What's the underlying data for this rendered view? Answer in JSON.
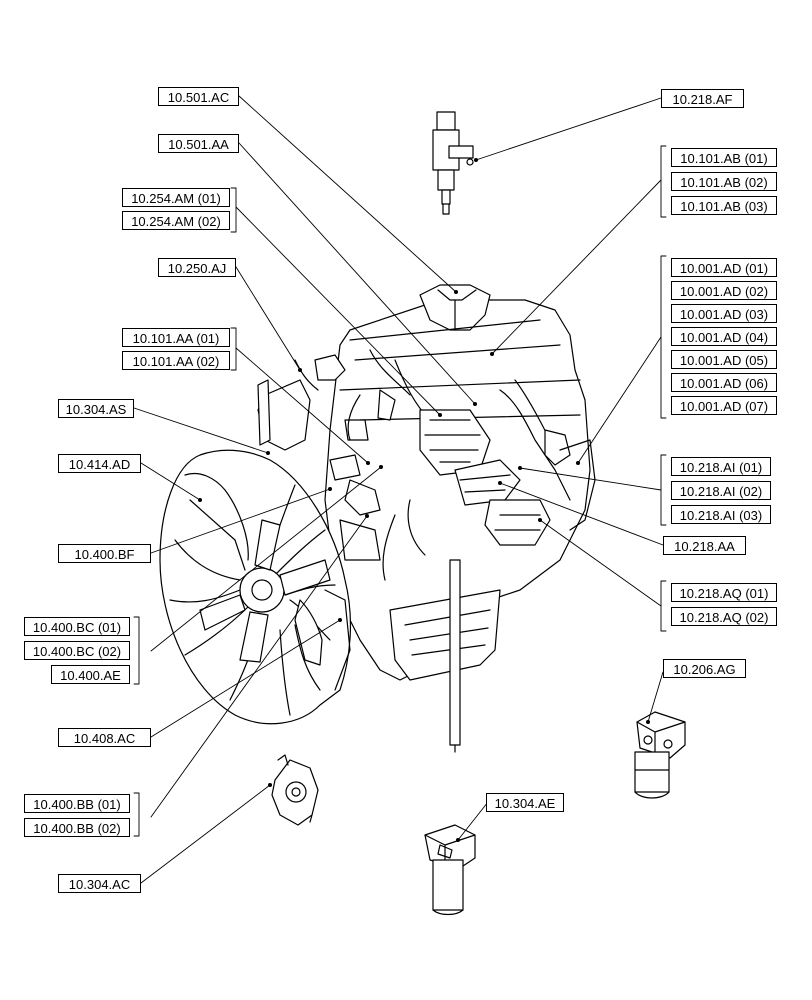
{
  "labels": {
    "l10_501_ac": "10.501.AC",
    "l10_501_aa": "10.501.AA",
    "l10_254_am_01": "10.254.AM (01)",
    "l10_254_am_02": "10.254.AM (02)",
    "l10_250_aj": "10.250.AJ",
    "l10_101_aa_01": "10.101.AA (01)",
    "l10_101_aa_02": "10.101.AA (02)",
    "l10_304_as": "10.304.AS",
    "l10_414_ad": "10.414.AD",
    "l10_400_bf": "10.400.BF",
    "l10_400_bc_01": "10.400.BC (01)",
    "l10_400_bc_02": "10.400.BC (02)",
    "l10_400_ae": "10.400.AE",
    "l10_408_ac": "10.408.AC",
    "l10_400_bb_01": "10.400.BB (01)",
    "l10_400_bb_02": "10.400.BB (02)",
    "l10_304_ac": "10.304.AC",
    "l10_218_af": "10.218.AF",
    "l10_101_ab_01": "10.101.AB (01)",
    "l10_101_ab_02": "10.101.AB (02)",
    "l10_101_ab_03": "10.101.AB (03)",
    "l10_001_ad_01": "10.001.AD (01)",
    "l10_001_ad_02": "10.001.AD (02)",
    "l10_001_ad_03": "10.001.AD (03)",
    "l10_001_ad_04": "10.001.AD (04)",
    "l10_001_ad_05": "10.001.AD (05)",
    "l10_001_ad_06": "10.001.AD (06)",
    "l10_001_ad_07": "10.001.AD (07)",
    "l10_218_ai_01": "10.218.AI (01)",
    "l10_218_ai_02": "10.218.AI (02)",
    "l10_218_ai_03": "10.218.AI (03)",
    "l10_218_aa": "10.218.AA",
    "l10_218_aq_01": "10.218.AQ (01)",
    "l10_218_aq_02": "10.218.AQ (02)",
    "l10_206_ag": "10.206.AG",
    "l10_304_ae": "10.304.AE"
  }
}
